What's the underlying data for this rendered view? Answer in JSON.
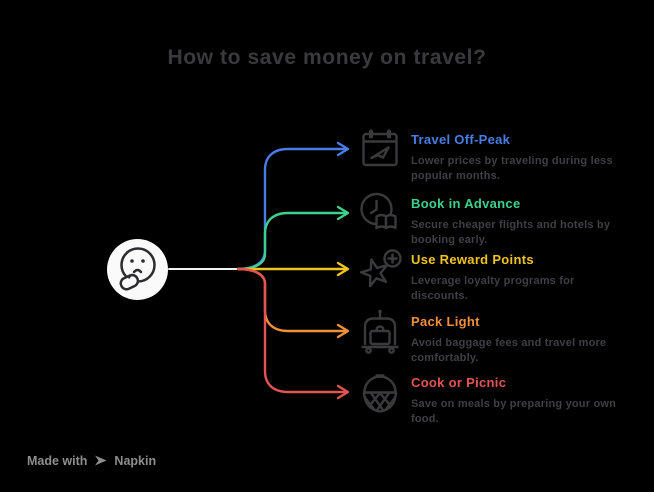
{
  "title": "How to save money on travel?",
  "title_color": "#3a3a3d",
  "background_color": "#000000",
  "icon_color": "#3a3a3c",
  "stem_color": "#f2f2f2",
  "center": {
    "icon": "thinking-face-icon",
    "circle_color": "#fafafa"
  },
  "items": [
    {
      "title": "Travel Off-Peak",
      "description": "Lower prices by traveling during less popular months.",
      "color": "#4a7ce8",
      "icon": "calendar-plane-icon"
    },
    {
      "title": "Book in Advance",
      "description": "Secure cheaper flights and hotels by booking early.",
      "color": "#3ed18e",
      "icon": "clock-book-icon"
    },
    {
      "title": "Use Reward Points",
      "description": "Leverage loyalty programs for discounts.",
      "color": "#f0c41f",
      "icon": "star-plus-icon"
    },
    {
      "title": "Pack Light",
      "description": "Avoid baggage fees and travel more comfortably.",
      "color": "#f0913a",
      "icon": "luggage-cart-icon"
    },
    {
      "title": "Cook or Picnic",
      "description": "Save on meals by preparing your own food.",
      "color": "#e45454",
      "icon": "picnic-basket-icon"
    }
  ],
  "watermark": {
    "prefix": "Made with",
    "brand": "Napkin",
    "color": "#8e8e8e"
  }
}
